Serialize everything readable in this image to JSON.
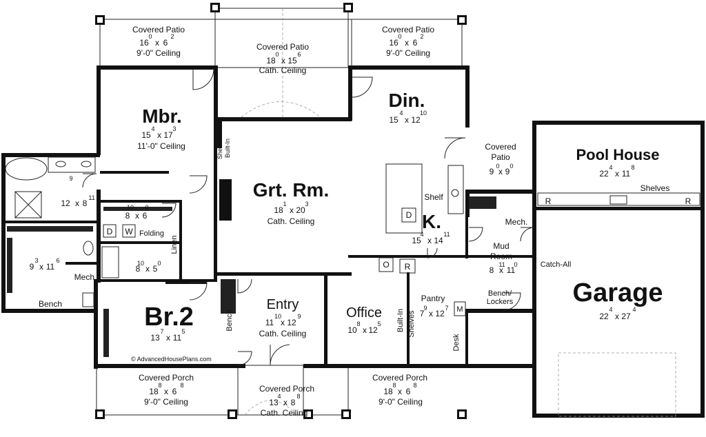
{
  "rooms": {
    "patio_left": {
      "name": "Covered Patio",
      "d1": "16",
      "s1": "0",
      "d2": "6",
      "s2": "2",
      "ceiling": "9'-0\" Ceiling"
    },
    "patio_center": {
      "name": "Covered Patio",
      "d1": "18",
      "s1": "0",
      "d2": "15",
      "s2": "6",
      "ceiling": "Cath. Ceiling"
    },
    "patio_right": {
      "name": "Covered Patio",
      "d1": "16",
      "s1": "0",
      "d2": "6",
      "s2": "2",
      "ceiling": "9'-0\" Ceiling"
    },
    "mbr": {
      "name": "Mbr.",
      "d1": "15",
      "s1": "4",
      "d2": "17",
      "s2": "3",
      "ceiling": "11'-0\" Ceiling"
    },
    "din": {
      "name": "Din.",
      "d1": "15",
      "s1": "4",
      "d2": "12",
      "s2": "10"
    },
    "grt": {
      "name": "Grt. Rm.",
      "d1": "18",
      "s1": "1",
      "d2": "20",
      "s2": "3",
      "ceiling": "Cath. Ceiling"
    },
    "patio_side": {
      "name": "Covered",
      "name2": "Patio",
      "d1": "9",
      "s1": "0",
      "d2": "9",
      "s2": "0"
    },
    "pool": {
      "name": "Pool House",
      "d1": "22",
      "s1": "4",
      "d2": "11",
      "s2": "8"
    },
    "bath_m": {
      "d1": "12",
      "s1": "9",
      "d2": "8",
      "s2": "11"
    },
    "wic_m": {
      "d1": "8",
      "s1": "10",
      "d2": "6",
      "s2": "0"
    },
    "closet": {
      "d1": "9",
      "s1": "3",
      "d2": "11",
      "s2": "6"
    },
    "bath2": {
      "d1": "8",
      "s1": "10",
      "d2": "5",
      "s2": "0"
    },
    "k": {
      "name": "K.",
      "d1": "15",
      "s1": "4",
      "d2": "14",
      "s2": "11"
    },
    "mud": {
      "name": "Mud",
      "name2": "Room",
      "d1": "8",
      "s1": "11",
      "d2": "11",
      "s2": "0"
    },
    "entry": {
      "name": "Entry",
      "d1": "11",
      "s1": "10",
      "d2": "12",
      "s2": "9",
      "ceiling": "Cath. Ceiling"
    },
    "office": {
      "name": "Office",
      "d1": "10",
      "s1": "8",
      "d2": "12",
      "s2": "5"
    },
    "pantry": {
      "name": "Pantry",
      "d1": "7",
      "s1": "9",
      "d2": "12",
      "s2": "7"
    },
    "garage": {
      "name": "Garage",
      "d1": "22",
      "s1": "4",
      "d2": "27",
      "s2": "4"
    },
    "br2": {
      "name": "Br.2",
      "d1": "13",
      "s1": "7",
      "d2": "11",
      "s2": "5"
    },
    "porch_left": {
      "name": "Covered Porch",
      "d1": "18",
      "s1": "8",
      "d2": "6",
      "s2": "8",
      "ceiling": "9'-0\" Ceiling"
    },
    "porch_center": {
      "name": "Covered Porch",
      "d1": "13",
      "s1": "4",
      "d2": "8",
      "s2": "8",
      "ceiling": "Cath. Ceiling"
    },
    "porch_right": {
      "name": "Covered Porch",
      "d1": "18",
      "s1": "8",
      "d2": "6",
      "s2": "8",
      "ceiling": "9'-0\" Ceiling"
    }
  },
  "labels": {
    "shelves": "Shelves",
    "built_in": "Built-In",
    "shelf": "Shelf",
    "d": "D",
    "w": "W",
    "folding": "Folding",
    "linen": "Linen",
    "mech": "Mech.",
    "bench": "Bench",
    "o": "O",
    "r": "R",
    "m": "M",
    "desk": "Desk",
    "catch_all": "Catch-All",
    "bench_lockers_1": "Bench/",
    "bench_lockers_2": "Lockers",
    "x": "x",
    "copyright": "AdvancedHousePlans.com"
  }
}
